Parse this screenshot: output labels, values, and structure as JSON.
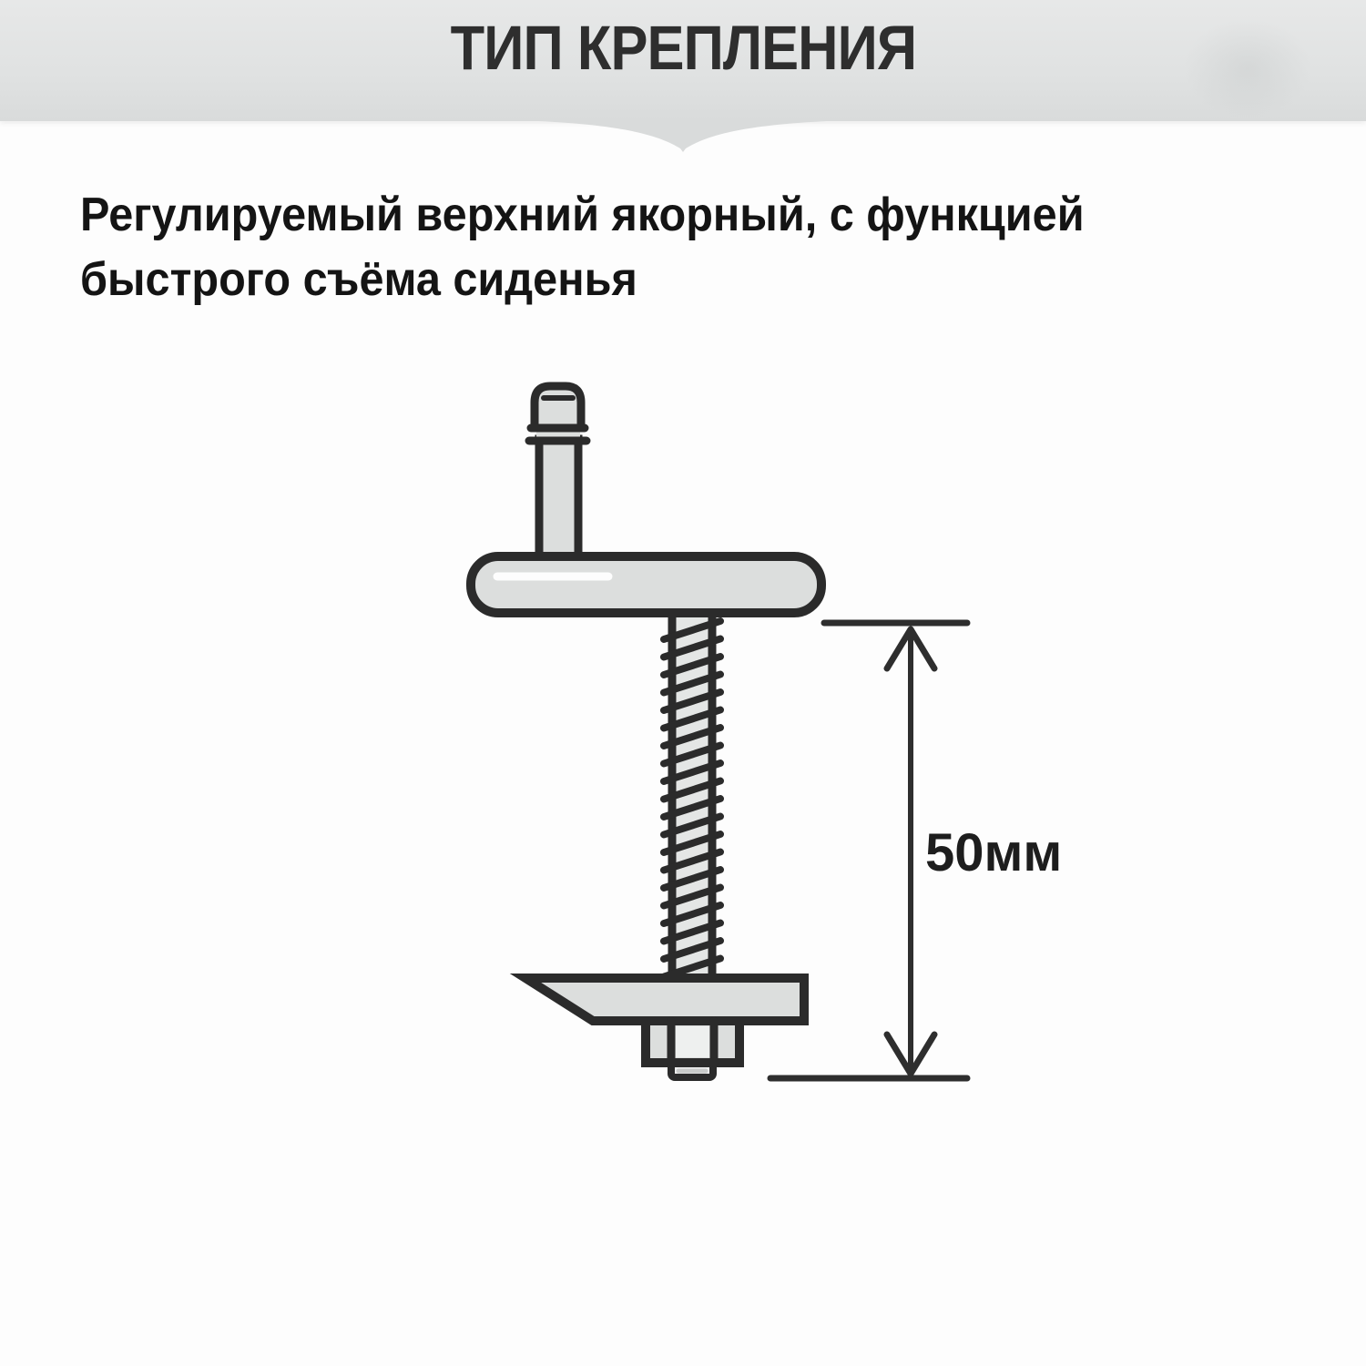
{
  "header": {
    "title": "ТИП КРЕПЛЕНИЯ"
  },
  "content": {
    "description": "Регулируемый верхний якорный, с функцией\nбыстрого съёма сиденья",
    "dimension_label": "50мм",
    "dimension_value_mm": 50
  },
  "diagram": {
    "subject": "toilet-seat-fastener-bolt",
    "parts": [
      "quick-release-pin",
      "mounting-plate",
      "threaded-rod",
      "wedge-washer",
      "nut"
    ]
  },
  "colors": {
    "banner_gray": "#e0e2e2",
    "outline": "#2b2b2b",
    "part_fill": "#dcdedd",
    "rod_fill": "#e4e6e5",
    "text": "#141414"
  }
}
